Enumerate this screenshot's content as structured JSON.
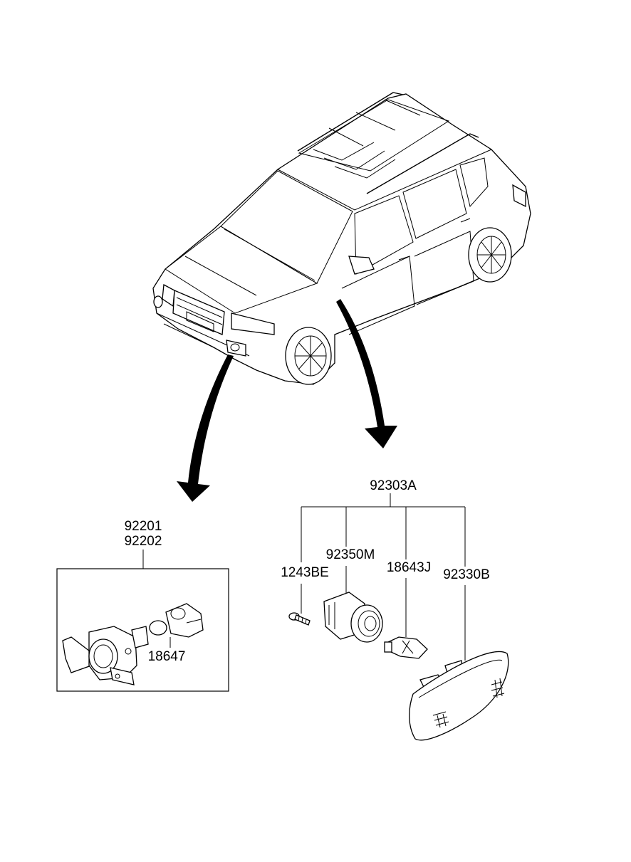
{
  "part_labels": {
    "fog_lamp_lh": "92201",
    "fog_lamp_rh": "92202",
    "fog_bulb": "18647",
    "side_repeater_assy": "92303A",
    "screw": "1243BE",
    "socket": "92350M",
    "repeater_bulb": "18643J",
    "repeater_lens": "92330B"
  }
}
